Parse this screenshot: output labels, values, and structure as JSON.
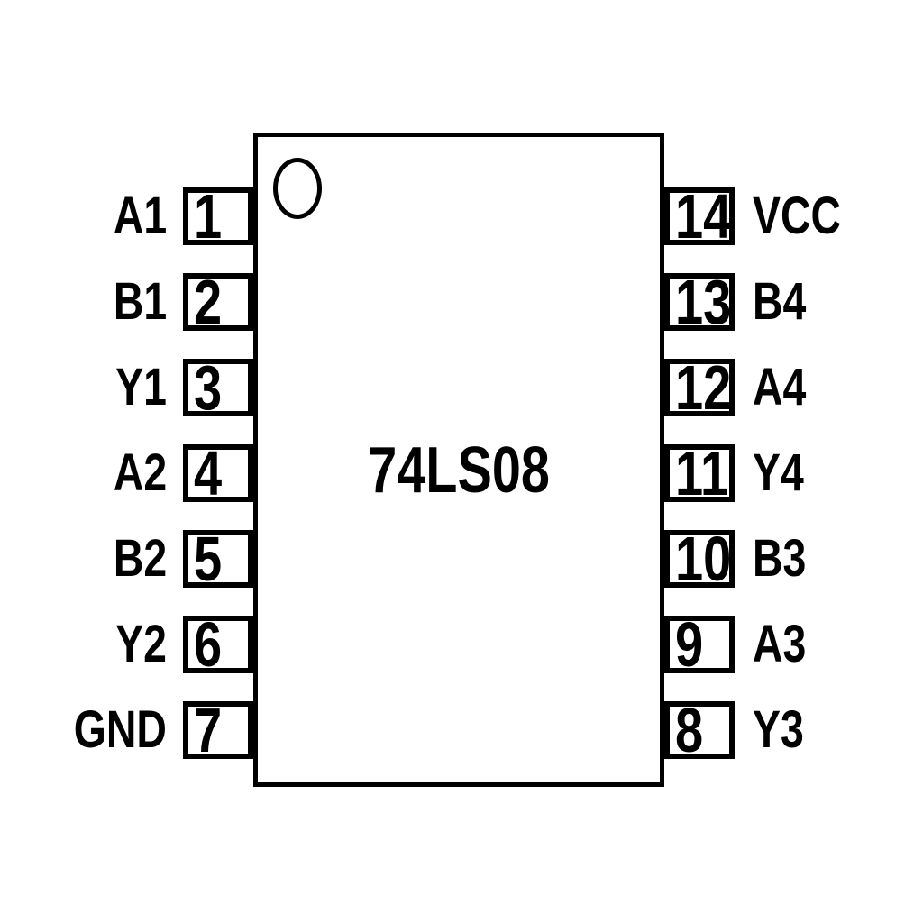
{
  "diagram": {
    "part_number": "74LS08",
    "pins": {
      "left": [
        {
          "label": "A1",
          "number": "1"
        },
        {
          "label": "B1",
          "number": "2"
        },
        {
          "label": "Y1",
          "number": "3"
        },
        {
          "label": "A2",
          "number": "4"
        },
        {
          "label": "B2",
          "number": "5"
        },
        {
          "label": "Y2",
          "number": "6"
        },
        {
          "label": "GND",
          "number": "7"
        }
      ],
      "right": [
        {
          "label": "VCC",
          "number": "14"
        },
        {
          "label": "B4",
          "number": "13"
        },
        {
          "label": "A4",
          "number": "12"
        },
        {
          "label": "Y4",
          "number": "11"
        },
        {
          "label": "B3",
          "number": "10"
        },
        {
          "label": "A3",
          "number": "9"
        },
        {
          "label": "Y3",
          "number": "8"
        }
      ]
    },
    "colors": {
      "line": "#000000",
      "background": "#ffffff"
    }
  }
}
